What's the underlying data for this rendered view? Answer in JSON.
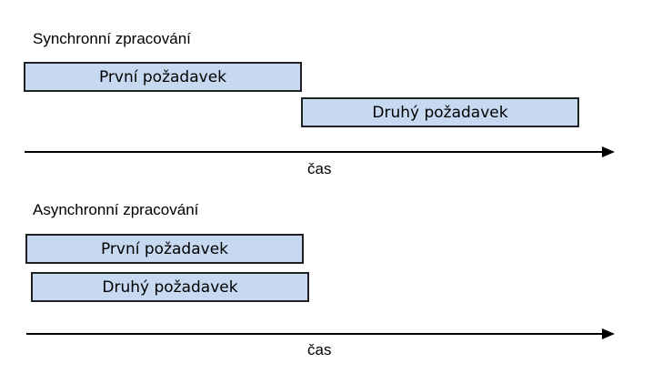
{
  "synchronous": {
    "title": "Synchronní zpracování",
    "first_request": "První požadavek",
    "second_request": "Druhý požadavek",
    "axis_label": "čas"
  },
  "asynchronous": {
    "title": "Asynchronní zpracování",
    "first_request": "První požadavek",
    "second_request": "Druhý požadavek",
    "axis_label": "čas"
  },
  "colors": {
    "bar_fill": "#c6d9f0",
    "bar_border": "#202020",
    "axis": "#000000"
  }
}
